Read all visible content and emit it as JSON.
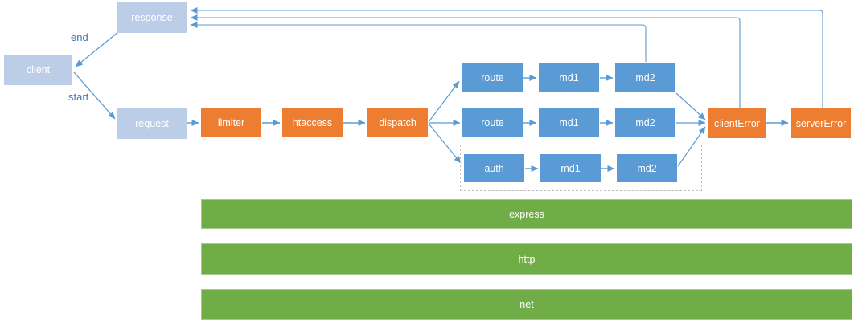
{
  "diagram": {
    "nodes": {
      "response": "response",
      "client": "client",
      "request": "request",
      "limiter": "limiter",
      "htaccess": "htaccess",
      "dispatch": "dispatch",
      "route1": "route",
      "md1_1": "md1",
      "md2_1": "md2",
      "route2": "route",
      "md1_2": "md1",
      "md2_2": "md2",
      "auth": "auth",
      "md1_3": "md1",
      "md2_3": "md2",
      "clientError": "clientError",
      "serverError": "serverError"
    },
    "edge_labels": {
      "end": "end",
      "start": "start"
    },
    "layers": [
      "express",
      "http",
      "net"
    ],
    "colors": {
      "light_blue_node": "#bccde8",
      "blue_node": "#5b9bd5",
      "orange_node": "#ed7d31",
      "green_layer": "#70ad47",
      "wire": "#5b9bd5",
      "dashed_border": "#bfbfbf",
      "flow_label_text": "#4374b8"
    }
  }
}
